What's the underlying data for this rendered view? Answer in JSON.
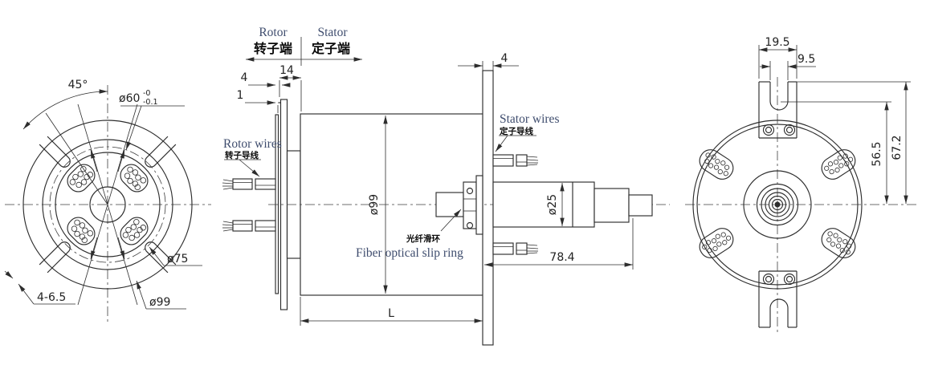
{
  "drawing": {
    "type": "mechanical-engineering-drawing",
    "subject_en": "Fiber optical slip ring",
    "colors": {
      "line": "#2d2d2d",
      "english_label_text": "#3f4d6e",
      "dimension_text": "#222222",
      "cjk_text": "#0a0a0a",
      "background": "#ffffff"
    }
  },
  "views": {
    "left": {
      "dims": {
        "angle": "45°",
        "d60": "ø60",
        "d60_tol_top": "-0",
        "d60_tol_bottom": "-0.1",
        "d75": "ø75",
        "d99": "ø99",
        "slots": "4-6.5"
      }
    },
    "middle": {
      "header": {
        "rotor_en": "Rotor",
        "rotor_zh": "转子端",
        "stator_en": "Stator",
        "stator_zh": "定子端"
      },
      "dims": {
        "flange_gap": "1",
        "flange_thk": "4",
        "hub_thk": "14",
        "plate_thk": "4",
        "body_dia": "ø99",
        "shaft_dia": "ø25",
        "stator_len": "78.4",
        "total_len": "L"
      },
      "labels": {
        "rotor_wires_en": "Rotor wires",
        "rotor_wires_zh": "转子导线",
        "stator_wires_en": "Stator wires",
        "stator_wires_zh": "定子导线",
        "fiber_zh": "光纤滑环",
        "fiber_en": "Fiber optical slip ring"
      }
    },
    "right": {
      "dims": {
        "fork_w": "19.5",
        "slot_w": "9.5",
        "slot_h": "56.5",
        "fork_h": "67.2"
      }
    }
  }
}
